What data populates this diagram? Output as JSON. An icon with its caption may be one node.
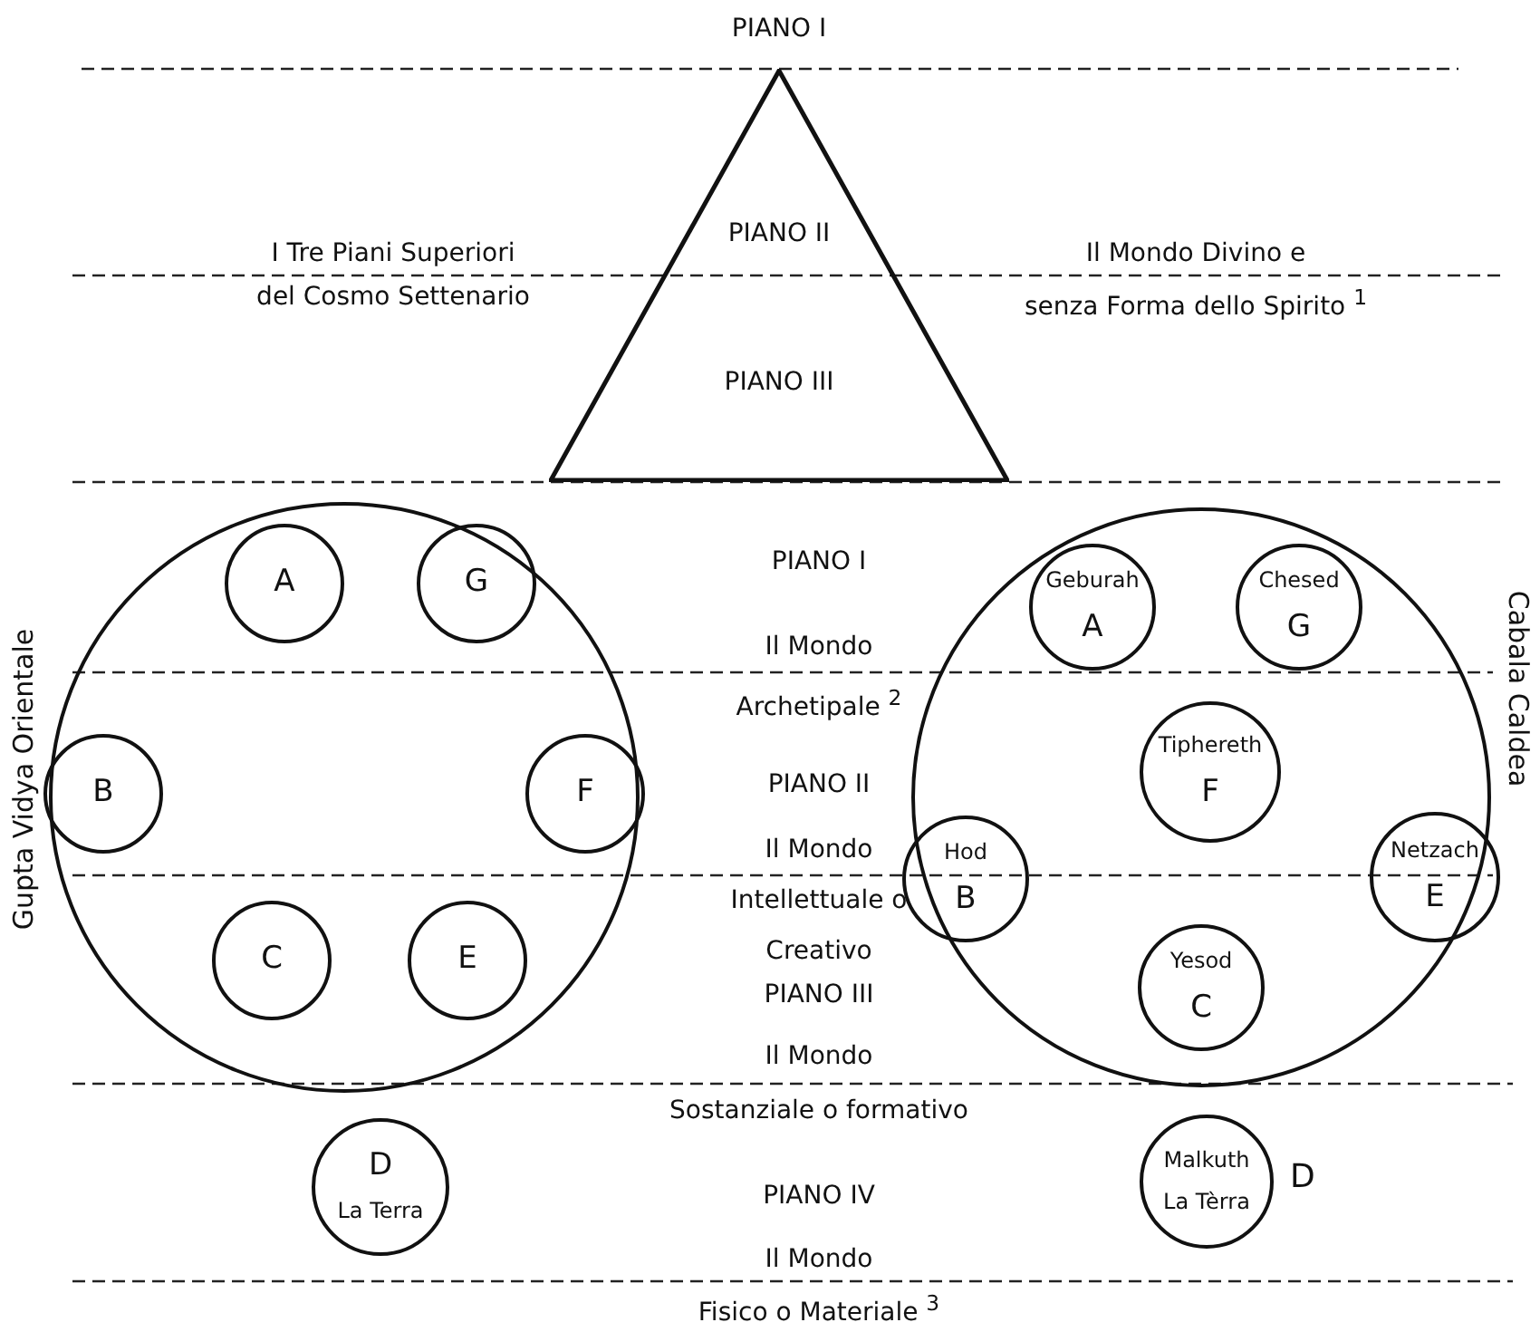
{
  "diagram": {
    "nodes": [
      {
        "text": [
          "PIANO II",
          "PIANO III"
        ]
      },
      {
        "text": [
          "Gupta Vidya Orientale"
        ]
      },
      {
        "text": [
          "A"
        ],
        "in": 1
      },
      {
        "text": [
          "G"
        ],
        "in": 1
      },
      {
        "text": [
          "B"
        ],
        "in": 1
      },
      {
        "text": [
          "F"
        ],
        "in": 1
      },
      {
        "text": [
          "C"
        ],
        "in": 1
      },
      {
        "text": [
          "E"
        ],
        "in": 1
      },
      {
        "text": [
          "Cabala Caldea"
        ]
      },
      {
        "text": [
          "Geburah",
          "A"
        ],
        "in": 8
      },
      {
        "text": [
          "Chesed",
          "G"
        ],
        "in": 8
      },
      {
        "text": [
          "Tiphereth",
          "F"
        ],
        "in": 8
      },
      {
        "text": [
          "Hod",
          "B"
        ],
        "in": 8
      },
      {
        "text": [
          "Netzach",
          "E"
        ],
        "in": 8
      },
      {
        "text": [
          "Yesod",
          "C"
        ],
        "in": 8
      },
      {
        "text": [
          "D",
          "La Terra"
        ]
      },
      {
        "text": [
          "Malkuth",
          "La Tèrra"
        ],
        "beside": [
          "D"
        ]
      }
    ],
    "labels": [
      "PIANO I",
      "I Tre Piani Superiori del Cosmo Settenario",
      "Il Mondo Divino e senza Forma dello Spirito $^{1}$",
      "PIANO I",
      "Il Mondo Archetipale $^{2}$",
      "PIANO II",
      "Il Mondo Intellettuale o Creativo",
      "PIANO III",
      "Il Mondo Sostanziale o formativo",
      "PIANO IV",
      "Il Mondo Fisico o Materiale $^{3}$"
    ]
  }
}
